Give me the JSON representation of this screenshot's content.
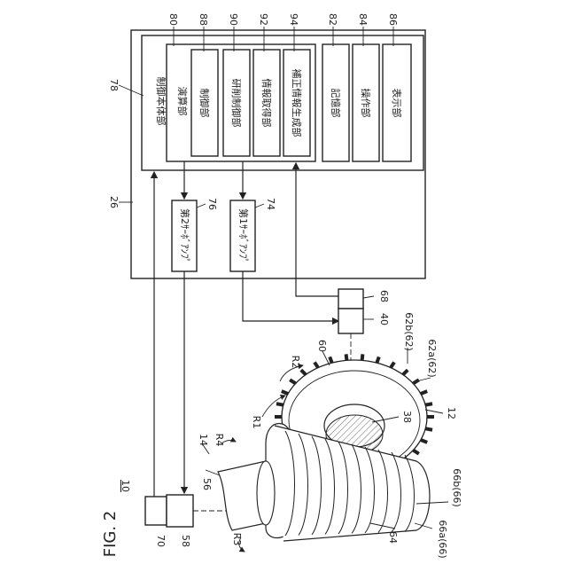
{
  "figure_label": "FIG. 2",
  "refs": {
    "r10": "10",
    "r12": "12",
    "r14": "14",
    "r26": "26",
    "r38": "38",
    "r40": "40",
    "r56": "56",
    "r58": "58",
    "r60": "60",
    "r62a": "62a(62)",
    "r62b": "62b(62)",
    "r64": "64",
    "r66a": "66a(66)",
    "r66b": "66b(66)",
    "r68": "68",
    "r70": "70",
    "r74": "74",
    "r76": "76",
    "r78": "78",
    "r80": "80",
    "r82": "82",
    "r84": "84",
    "r86": "86",
    "r88": "88",
    "r90": "90",
    "r92": "92",
    "r94": "94",
    "R1": "R1",
    "R2": "R2",
    "R3": "R3",
    "R4": "R4"
  },
  "blocks": {
    "main_body": "制御本体部",
    "arithmetic": "演算部",
    "control": "制御部",
    "grinding_control": "研削制御部",
    "info_acquisition": "情報取得部",
    "correction_info": "補正情報生成部",
    "storage": "記憶部",
    "operation": "操作部",
    "display": "表示部",
    "servo_amp_1": "第1ｻｰﾎﾞｱﾝﾌﾟ",
    "servo_amp_2": "第2ｻｰﾎﾞｱﾝﾌﾟ"
  }
}
